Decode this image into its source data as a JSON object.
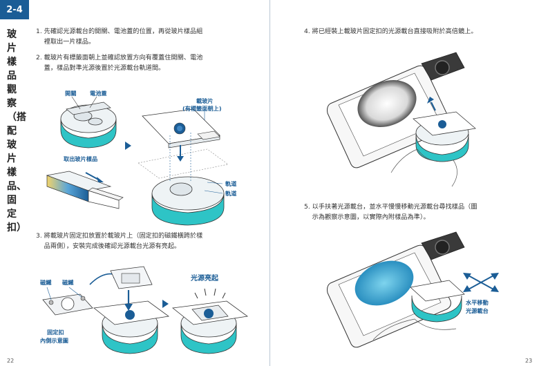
{
  "section": {
    "number": "2-4",
    "title": "玻片樣品觀察（搭配玻片樣品、固定扣）"
  },
  "steps": [
    {
      "text": "1. 先確認光源載台的開關、電池蓋的位置，再從玻片樣品組\n    裡取出一片樣品。"
    },
    {
      "text": "2. 載玻片有標籤面朝上並確認放置方向有覆蓋住開關、電池\n    蓋，樣品對準光源後置於光源載台軌道間。"
    },
    {
      "text": "3. 將載玻片固定扣放置於載玻片上（固定扣的磁鐵橫跨於樣\n    品兩側），安裝完成後確認光源載台光源有亮起。"
    },
    {
      "text": "4. 將已經裝上載玻片固定扣的光源載台直接吸附於高倍鏡上。"
    },
    {
      "text": "5. 以手扶著光源載台，並水平慢慢移動光源載台尋找樣品（圖\n    示為觀察示意圖，以實際內附樣品為準）。"
    }
  ],
  "labels": {
    "switch": "開關",
    "battery_cover": "電池蓋",
    "take_sample": "取出玻片樣品",
    "slide": "載玻片",
    "slide_note": "(有標籤面朝上)",
    "rail1": "軌道",
    "rail2": "軌道",
    "magnet1": "磁鐵",
    "magnet2": "磁鐵",
    "clip": "固定扣",
    "clip_inner": "內側示意圖",
    "light_on": "光源亮起",
    "move1": "水平移動",
    "move2": "光源載台"
  },
  "pages": {
    "left": "22",
    "right": "23"
  },
  "colors": {
    "brand": "#1b5d96",
    "teal": "#2ec4c6",
    "line": "#3a3a3a"
  }
}
